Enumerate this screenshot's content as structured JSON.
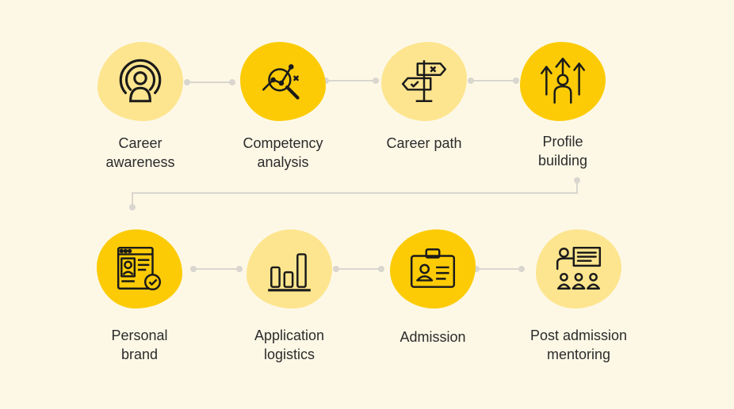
{
  "colors": {
    "background": "#fdf8e6",
    "blob_light": "#fde58f",
    "blob_dark": "#fccb06",
    "connector": "#d9d6cf",
    "icon_stroke": "#1a1a1a"
  },
  "steps": [
    {
      "lines": [
        "Career",
        "awareness"
      ],
      "icon": "radar-person-icon",
      "tone": "light"
    },
    {
      "lines": [
        "Competency",
        "analysis"
      ],
      "icon": "magnifier-target-icon",
      "tone": "dark"
    },
    {
      "lines": [
        "Career path"
      ],
      "icon": "signpost-icon",
      "tone": "light"
    },
    {
      "lines": [
        "Profile",
        "building"
      ],
      "icon": "growth-arrows-person-icon",
      "tone": "dark"
    },
    {
      "lines": [
        "Personal",
        "brand"
      ],
      "icon": "profile-page-check-icon",
      "tone": "dark"
    },
    {
      "lines": [
        "Application",
        "logistics"
      ],
      "icon": "bar-chart-icon",
      "tone": "light"
    },
    {
      "lines": [
        "Admission"
      ],
      "icon": "id-badge-icon",
      "tone": "dark"
    },
    {
      "lines": [
        "Post admission",
        "mentoring"
      ],
      "icon": "presentation-group-icon",
      "tone": "light"
    }
  ]
}
